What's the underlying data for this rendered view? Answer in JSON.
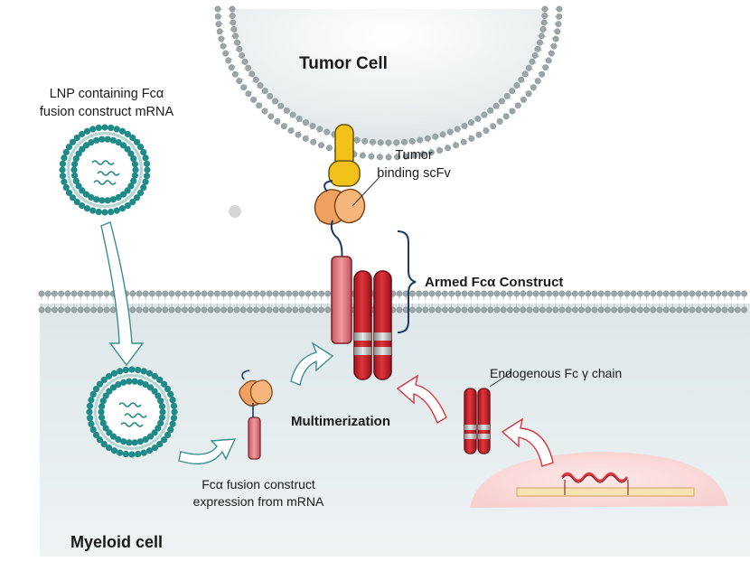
{
  "labels": {
    "tumor_cell": "Tumor Cell",
    "lnp_line1": "LNP containing Fcα",
    "lnp_line2": "fusion construct mRNA",
    "scfv_line1": "Tumor",
    "scfv_line2": "binding scFv",
    "armed_construct": "Armed Fcα Construct",
    "endogenous_chain": "Endogenous Fc γ chain",
    "multimerization": "Multimerization",
    "expression_line1": "Fcα fusion construct",
    "expression_line2": "expression from mRNA",
    "myeloid_cell": "Myeloid cell"
  },
  "colors": {
    "membrane_head": "#9aa6a8",
    "lnp_teal": "#1f8a88",
    "cytoplasm": "#e9eff1",
    "gamma_chain_red": "#c8202a",
    "fusion_pink": "#e07880",
    "scfv_orange": "#f0a060",
    "anchor_yellow": "#f2c21b",
    "arrow_red": "#d9363e",
    "arrow_teal": "#3a8f8c",
    "nucleus_pink": "#fbdcdc"
  }
}
